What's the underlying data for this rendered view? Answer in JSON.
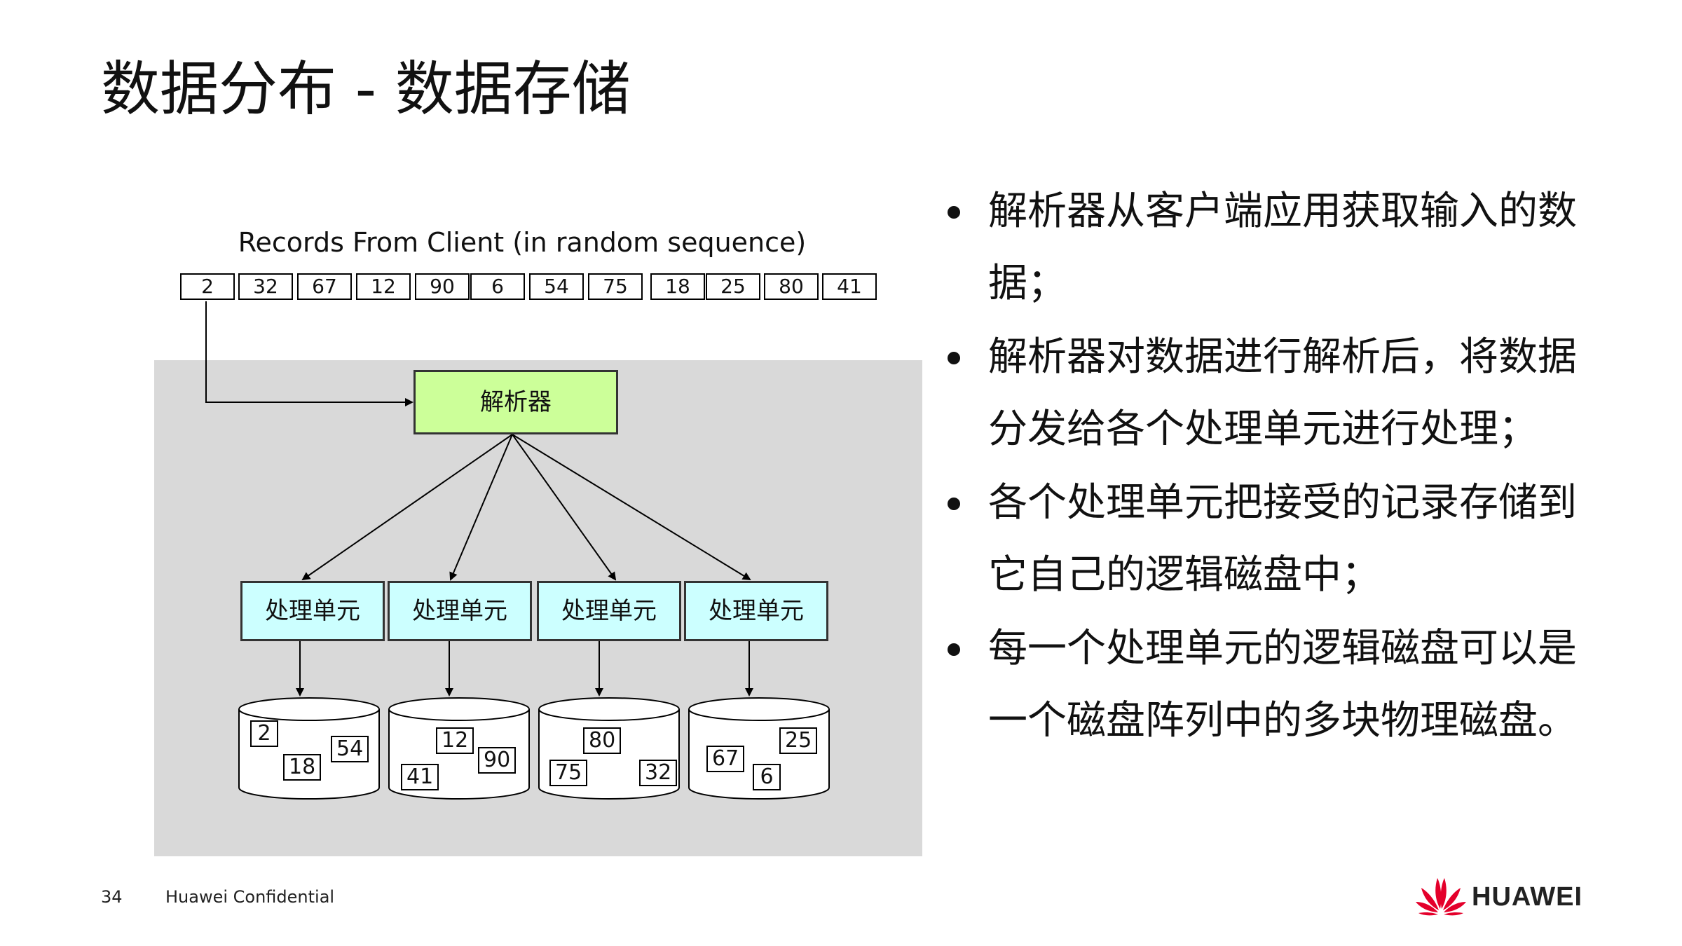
{
  "slide": {
    "title": "数据分布 - 数据存储",
    "page_number": "34",
    "footer": "Huawei Confidential",
    "logo_text": "HUAWEI"
  },
  "diagram": {
    "records_caption": "Records From Client  (in random sequence)",
    "records": [
      "2",
      "32",
      "67",
      "12",
      "90",
      "6",
      "54",
      "75",
      "18",
      "25",
      "80",
      "41"
    ],
    "parser_label": "解析器",
    "unit_labels": [
      "处理单元",
      "处理单元",
      "处理单元",
      "处理单元"
    ],
    "disks": [
      [
        "2",
        "54",
        "18"
      ],
      [
        "12",
        "90",
        "41"
      ],
      [
        "80",
        "75",
        "32"
      ],
      [
        "25",
        "67",
        "6"
      ]
    ],
    "colors": {
      "parser_fill": "#ccff99",
      "unit_fill": "#ccffff",
      "panel_fill": "#d9d9d9"
    }
  },
  "bullets": [
    "解析器从客户端应用获取输入的数据；",
    "解析器对数据进行解析后，将数据分发给各个处理单元进行处理；",
    "各个处理单元把接受的记录存储到它自己的逻辑磁盘中；",
    "每一个处理单元的逻辑磁盘可以是一个磁盘阵列中的多块物理磁盘。"
  ]
}
